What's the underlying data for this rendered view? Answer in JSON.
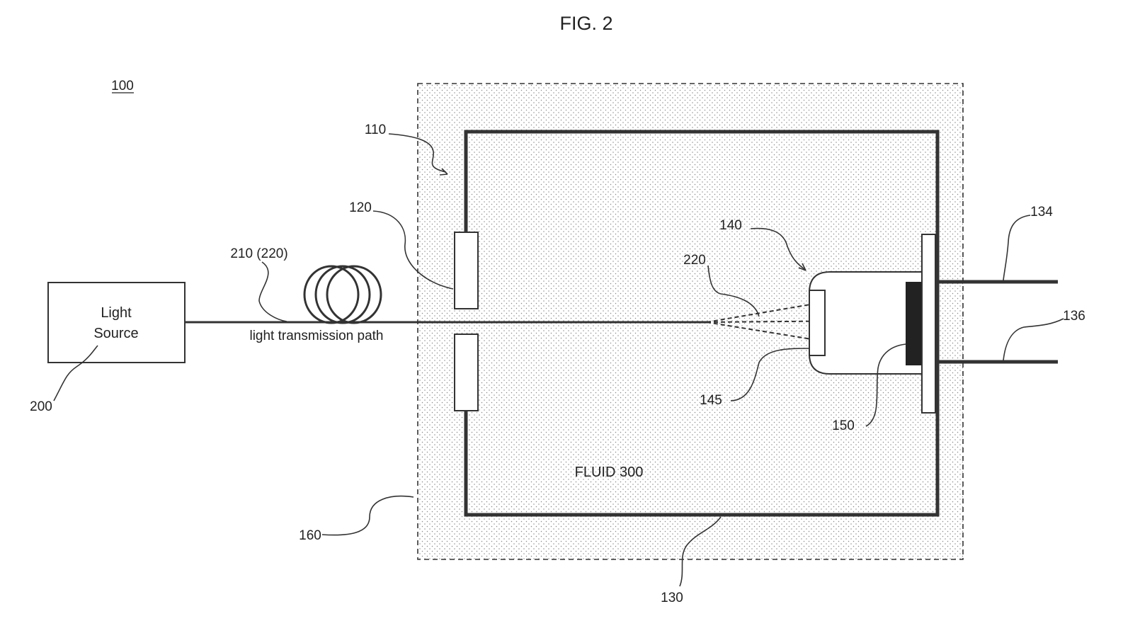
{
  "figure": {
    "title": "FIG. 2",
    "system_ref": "100",
    "colors": {
      "ink": "#222222",
      "stipple": "#8a8a8a",
      "background": "#ffffff"
    }
  },
  "light_source": {
    "line1": "Light",
    "line2": "Source",
    "ref": "200"
  },
  "fiber": {
    "ref": "210 (220)",
    "path_label": "light transmission path"
  },
  "window": {
    "ref": "120"
  },
  "container": {
    "ref": "110",
    "bottom_ref": "130",
    "fluid_label": "FLUID 300"
  },
  "enclosure": {
    "ref": "160"
  },
  "sensor": {
    "assembly_ref": "140",
    "beam_ref": "220",
    "lens_ref": "145",
    "chip_ref": "150"
  },
  "leads": {
    "upper_ref": "134",
    "lower_ref": "136"
  }
}
